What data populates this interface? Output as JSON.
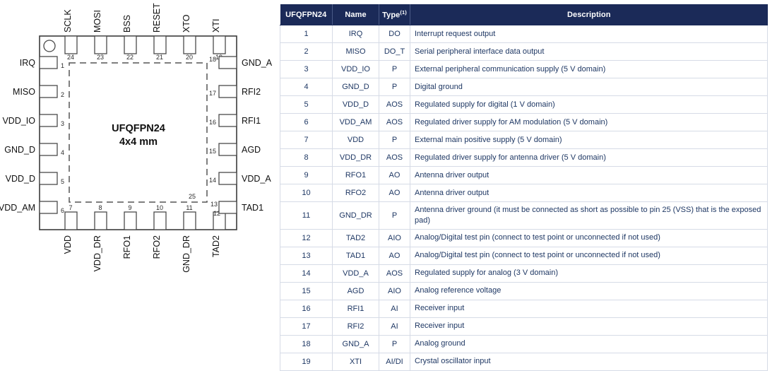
{
  "diagram": {
    "title_line1": "UFQFPN24",
    "title_line2": "4x4 mm",
    "exposed_pad_number": "25",
    "pins_top": [
      {
        "num": "24",
        "name": "SCLK"
      },
      {
        "num": "23",
        "name": "MOSI"
      },
      {
        "num": "22",
        "name": "BSS"
      },
      {
        "num": "21",
        "name": "RESET"
      },
      {
        "num": "20",
        "name": "XTO"
      },
      {
        "num": "19",
        "name": "XTI"
      }
    ],
    "pins_left": [
      {
        "num": "1",
        "name": "IRQ"
      },
      {
        "num": "2",
        "name": "MISO"
      },
      {
        "num": "3",
        "name": "VDD_IO"
      },
      {
        "num": "4",
        "name": "GND_D"
      },
      {
        "num": "5",
        "name": "VDD_D"
      },
      {
        "num": "6",
        "name": "VDD_AM"
      }
    ],
    "pins_bottom": [
      {
        "num": "7",
        "name": "VDD"
      },
      {
        "num": "8",
        "name": "VDD_DR"
      },
      {
        "num": "9",
        "name": "RFO1"
      },
      {
        "num": "10",
        "name": "RFO2"
      },
      {
        "num": "11",
        "name": "GND_DR"
      },
      {
        "num": "12",
        "name": "TAD2"
      }
    ],
    "pins_right": [
      {
        "num": "18",
        "name": "GND_A"
      },
      {
        "num": "17",
        "name": "RFI2"
      },
      {
        "num": "16",
        "name": "RFI1"
      },
      {
        "num": "15",
        "name": "AGD"
      },
      {
        "num": "14",
        "name": "VDD_A"
      },
      {
        "num": "13",
        "name": "TAD1"
      }
    ]
  },
  "table": {
    "headers": {
      "pin": "UFQFPN24",
      "name": "Name",
      "type": "Type",
      "type_footnote": "(1)",
      "description": "Description"
    },
    "rows": [
      {
        "pin": "1",
        "name": "IRQ",
        "type": "DO",
        "desc": "Interrupt request output"
      },
      {
        "pin": "2",
        "name": "MISO",
        "type": "DO_T",
        "desc": "Serial peripheral interface data output"
      },
      {
        "pin": "3",
        "name": "VDD_IO",
        "type": "P",
        "desc": "External peripheral communication supply (5 V domain)"
      },
      {
        "pin": "4",
        "name": "GND_D",
        "type": "P",
        "desc": "Digital ground"
      },
      {
        "pin": "5",
        "name": "VDD_D",
        "type": "AOS",
        "desc": "Regulated supply for digital (1 V domain)"
      },
      {
        "pin": "6",
        "name": "VDD_AM",
        "type": "AOS",
        "desc": "Regulated driver supply for AM modulation (5 V domain)"
      },
      {
        "pin": "7",
        "name": "VDD",
        "type": "P",
        "desc": "External main positive supply (5 V domain)"
      },
      {
        "pin": "8",
        "name": "VDD_DR",
        "type": "AOS",
        "desc": "Regulated driver supply for antenna driver (5 V domain)"
      },
      {
        "pin": "9",
        "name": "RFO1",
        "type": "AO",
        "desc": "Antenna driver output"
      },
      {
        "pin": "10",
        "name": "RFO2",
        "type": "AO",
        "desc": "Antenna driver output"
      },
      {
        "pin": "11",
        "name": "GND_DR",
        "type": "P",
        "desc": "Antenna driver ground (it must be connected as short as possible to pin 25 (VSS) that is the exposed pad)"
      },
      {
        "pin": "12",
        "name": "TAD2",
        "type": "AIO",
        "desc": "Analog/Digital test pin (connect to test point or unconnected if not used)"
      },
      {
        "pin": "13",
        "name": "TAD1",
        "type": "AO",
        "desc": "Analog/Digital test pin (connect to test point or unconnected if not used)"
      },
      {
        "pin": "14",
        "name": "VDD_A",
        "type": "AOS",
        "desc": "Regulated supply for analog (3 V domain)"
      },
      {
        "pin": "15",
        "name": "AGD",
        "type": "AIO",
        "desc": "Analog reference voltage"
      },
      {
        "pin": "16",
        "name": "RFI1",
        "type": "AI",
        "desc": "Receiver input"
      },
      {
        "pin": "17",
        "name": "RFI2",
        "type": "AI",
        "desc": "Receiver input"
      },
      {
        "pin": "18",
        "name": "GND_A",
        "type": "P",
        "desc": "Analog ground"
      },
      {
        "pin": "19",
        "name": "XTI",
        "type": "AI/DI",
        "desc": "Crystal oscillator input"
      }
    ]
  },
  "colors": {
    "header_bg": "#1b2a58",
    "header_text": "#ffffff",
    "cell_text": "#1f3864",
    "cell_border": "#d6dbe6",
    "diagram_line": "#3b3b3b"
  }
}
